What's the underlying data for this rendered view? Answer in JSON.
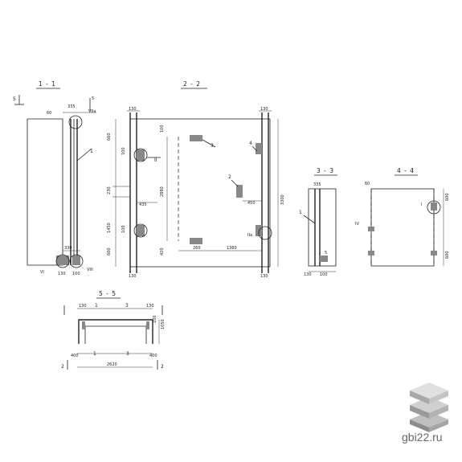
{
  "sections": {
    "s1": "1 - 1",
    "s2": "2 - 2",
    "s3": "3 - 3",
    "s4": "4 - 4",
    "s5": "5 - 5"
  },
  "marks": {
    "m1": "1",
    "m2": "2",
    "m3": "3",
    "m4": "4",
    "m5": "5",
    "r2": "II",
    "r4": "IV",
    "r6": "VI",
    "r7a": "VIIa",
    "r8": "VIII",
    "r2a": "IIa",
    "r1": "I"
  },
  "dims": {
    "d60": "60",
    "d335": "335",
    "d330": "330",
    "d130": "130",
    "d100": "100",
    "d660": "660",
    "d230": "230",
    "d435": "435",
    "d1450": "1450",
    "d2880": "2880",
    "d3300": "3300",
    "d450": "450",
    "d600": "600",
    "d260": "260",
    "d1360": "1360",
    "d420": "420",
    "d1050": "1050",
    "d2620": "2620",
    "d400": "400",
    "d5": "5"
  },
  "site": "gbi22.ru"
}
